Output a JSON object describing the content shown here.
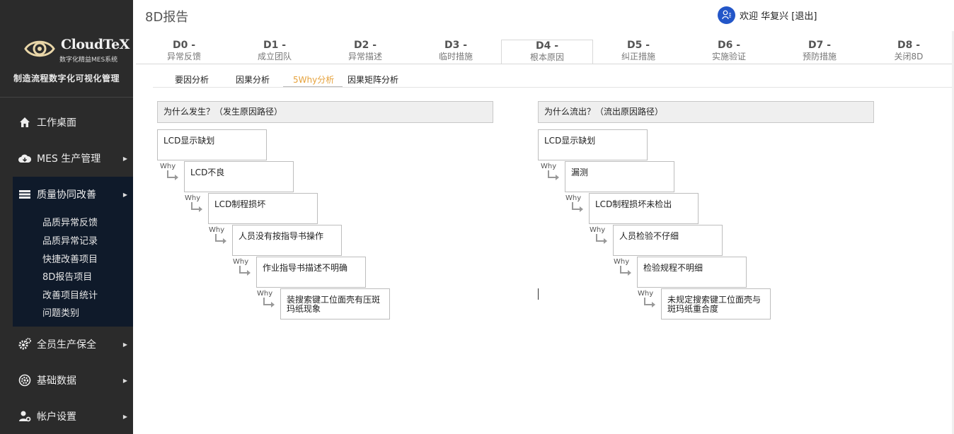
{
  "sidebar": {
    "logo_name": "CloudTeX",
    "logo_sub": "数字化精益MES系统",
    "slogan": "制造流程数字化可视化管理",
    "items": [
      {
        "label": "工作桌面",
        "icon": "home-icon"
      },
      {
        "label": "MES 生产管理",
        "icon": "cloud-icon"
      },
      {
        "label": "质量协同改善",
        "icon": "layers-icon"
      },
      {
        "label": "全员生产保全",
        "icon": "gears-icon"
      },
      {
        "label": "基础数据",
        "icon": "settings-icon"
      },
      {
        "label": "帐户设置",
        "icon": "user-settings-icon"
      }
    ],
    "sub_items": [
      "品质异常反馈",
      "品质异常记录",
      "快捷改善项目",
      "8D报告项目",
      "改善项目统计",
      "问题类别"
    ]
  },
  "header": {
    "title": "8D报告",
    "user_text": "欢迎 华复兴 [退出]"
  },
  "d_tabs": [
    {
      "code": "D0 -",
      "label": "异常反馈"
    },
    {
      "code": "D1 -",
      "label": "成立团队"
    },
    {
      "code": "D2 -",
      "label": "异常描述"
    },
    {
      "code": "D3 -",
      "label": "临时措施"
    },
    {
      "code": "D4 -",
      "label": "根本原因"
    },
    {
      "code": "D5 -",
      "label": "纠正措施"
    },
    {
      "code": "D6 -",
      "label": "实施验证"
    },
    {
      "code": "D7 -",
      "label": "预防措施"
    },
    {
      "code": "D8 -",
      "label": "关闭8D"
    }
  ],
  "sub_tabs": [
    "要因分析",
    "因果分析",
    "5Why分析",
    "因果矩阵分析"
  ],
  "why_label": "Why",
  "left_panel": {
    "title": "为什么发生？（发生原因路径）",
    "boxes": [
      "LCD显示缺划",
      "LCD不良",
      "LCD制程损坏",
      "人员没有按指导书操作",
      "作业指导书描述不明确",
      "装搜索键工位面壳有压斑玛纸现象"
    ]
  },
  "right_panel": {
    "title": "为什么流出？（流出原因路径）",
    "boxes": [
      "LCD显示缺划",
      "漏测",
      "LCD制程损坏未检出",
      "人员检验不仔细",
      "检验规程不明细",
      "未规定搜索键工位面壳与斑玛纸重合度"
    ]
  },
  "colors": {
    "sidebar_bg": "#2b2b2b",
    "active_block": "#0f1a2a",
    "accent": "#e6a23c",
    "avatar": "#2356c8"
  }
}
